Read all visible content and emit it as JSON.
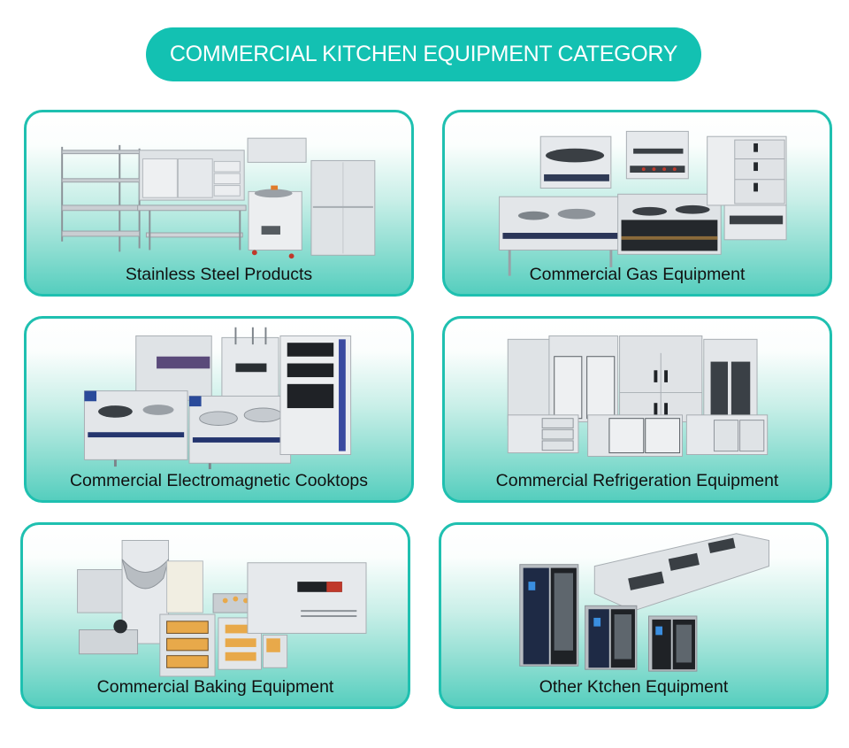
{
  "header": {
    "title": "COMMERCIAL KITCHEN EQUIPMENT CATEGORY"
  },
  "colors": {
    "accent": "#13c1b2",
    "card_border": "#1fc0b0",
    "card_gradient_bottom": "#55cebe",
    "label_text": "#111111"
  },
  "categories": [
    {
      "label": "Stainless Steel Products",
      "image": "stainless-steel-shelving-cabinets-tables"
    },
    {
      "label": "Commercial Gas Equipment",
      "image": "gas-stoves-wok-ranges-steamer-cabinet"
    },
    {
      "label": "Commercial Electromagnetic Cooktops",
      "image": "induction-wok-stations-noodle-cooker-oven"
    },
    {
      "label": "Commercial Refrigeration Equipment",
      "image": "upright-fridges-undercounter-chillers"
    },
    {
      "label": "Commercial Baking Equipment",
      "image": "dough-mixers-deck-ovens-conveyor-oven"
    },
    {
      "label": "Other Ktchen Equipment",
      "image": "combi-ovens-cooking-suite"
    }
  ]
}
